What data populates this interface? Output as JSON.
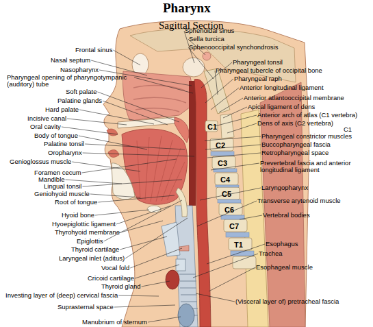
{
  "diagram": {
    "title": "Pharynx",
    "labels": [
      "Sagittal Section",
      "Frontal sinus",
      "Nasal septum",
      "Nasopharynx",
      "Pharyngeal opening of pharyngotympanic (auditory) tube",
      "Soft palate",
      "Palatine glands",
      "Hard palate",
      "Incisive canal",
      "Oral cavity",
      "Body of tongue",
      "Palatine tonsil",
      "Oropharynx",
      "Genioglossus muscle",
      "Foramen cecum",
      "Mandible",
      "Lingual tonsil",
      "Geniohyoid muscle",
      "Root of tongue",
      "Hyoid bone",
      "Hyoepiglottic ligament",
      "Thyrohyoid membrane",
      "Epiglottis",
      "Thyroid cartilage",
      "Laryngeal inlet (aditus)",
      "Vocal fold",
      "Cricoid cartilage",
      "Thyroid gland",
      "Investing layer of (deep) cervical fascia",
      "Suprasternal space",
      "Manubrium of sternum",
      "Sphenoidal sinus",
      "Sella turcica",
      "Sphenooccipital synchondrosis",
      "Pharyngeal tonsil",
      "Pharyngeal tubercle of occipital bone",
      "Pharyngeal raph",
      "Anterior longitudinal ligament",
      "Anterior atlantooccipital membrane",
      "Apical ligament of dens",
      "Anterior arch of atlas (C1 vertebra)",
      "Dens of axis (C2 vertebra)",
      "C1",
      "Pharyngeal constrictor muscles",
      "Buccopharyngeal fascia",
      "Retropharyngeal space",
      "Prevertebral fascia and anterior longitudinal ligament",
      "Laryngopharynx",
      "Transverse arytenoid muscle",
      "Vertebral bodies",
      "Esophagus",
      "Trachea",
      "Esophageal muscle",
      "(Visceral layer of) pretracheal fascia",
      "C1",
      "C2",
      "C3",
      "C4",
      "C5",
      "C6",
      "C7",
      "T1"
    ]
  }
}
